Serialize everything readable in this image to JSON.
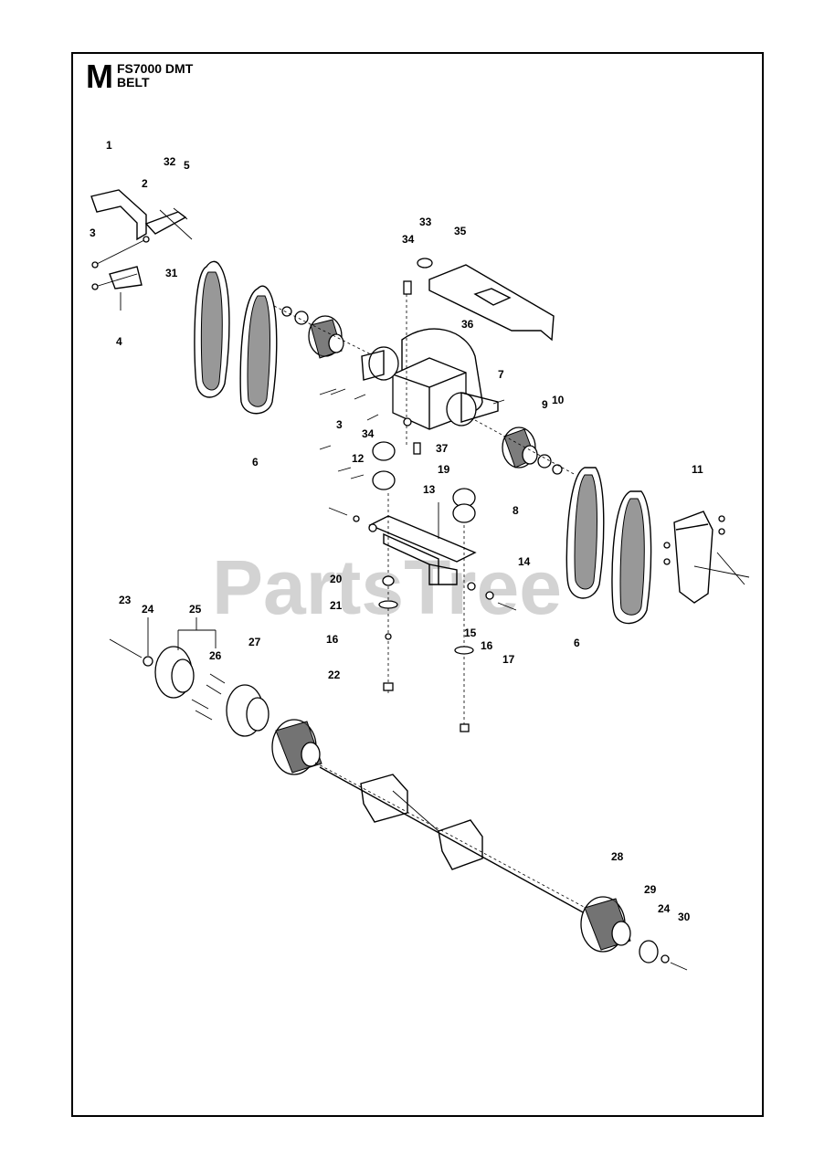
{
  "header": {
    "section_letter": "M",
    "model": "FS7000 DMT",
    "section": "BELT"
  },
  "watermark": "PartsTree",
  "callouts": [
    "1",
    "32",
    "5",
    "2",
    "3",
    "31",
    "4",
    "33",
    "34",
    "35",
    "36",
    "7",
    "9",
    "10",
    "3",
    "34",
    "37",
    "6",
    "12",
    "19",
    "8",
    "11",
    "13",
    "14",
    "20",
    "21",
    "16",
    "15",
    "16",
    "17",
    "6",
    "23",
    "24",
    "25",
    "26",
    "27",
    "22",
    "28",
    "29",
    "24",
    "30"
  ]
}
